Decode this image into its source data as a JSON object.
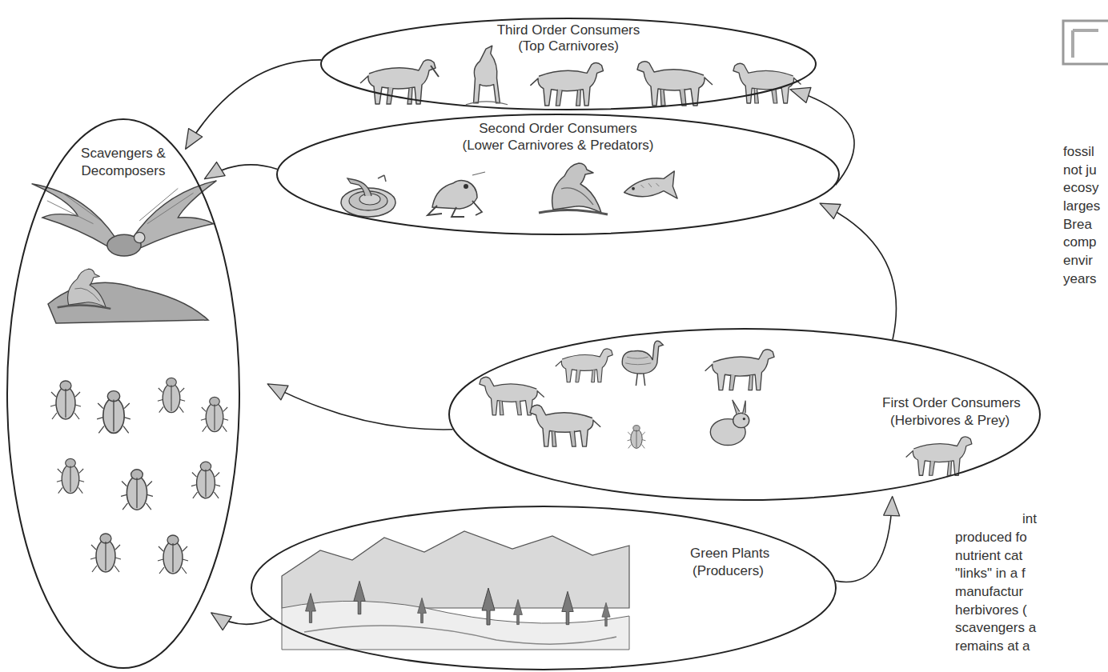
{
  "diagram": {
    "nodes": [
      {
        "text": [
          "Third Order Consumers",
          "(Top Carnivores)"
        ]
      },
      {
        "text": [
          "Second Order Consumers",
          "(Lower Carnivores & Predators)"
        ]
      },
      {
        "text": [
          "First Order Consumers",
          "(Herbivores & Prey)"
        ]
      },
      {
        "text": [
          "Green Plants",
          "(Producers)"
        ]
      },
      {
        "text": [
          "Scavengers &",
          "Decomposers"
        ]
      }
    ],
    "edges": [
      {
        "from": 3,
        "to": 2,
        "arrow": "to"
      },
      {
        "from": 2,
        "to": 1,
        "arrow": "to"
      },
      {
        "from": 1,
        "to": 0,
        "arrow": "to"
      },
      {
        "from": 0,
        "to": 4,
        "arrow": "to"
      },
      {
        "from": 1,
        "to": 4,
        "arrow": "to"
      },
      {
        "from": 2,
        "to": 4,
        "arrow": "to"
      },
      {
        "from": 3,
        "to": 4,
        "arrow": "to"
      }
    ],
    "labels": [
      "fossil",
      "not ju",
      "ecosy",
      "larges",
      "Brea",
      "comp",
      "envir",
      "years",
      "int",
      "produced fo",
      "nutrient cat",
      "\"links\" in a f",
      "manufactur",
      "herbivores (",
      "scavengers a",
      "remains at a"
    ]
  }
}
